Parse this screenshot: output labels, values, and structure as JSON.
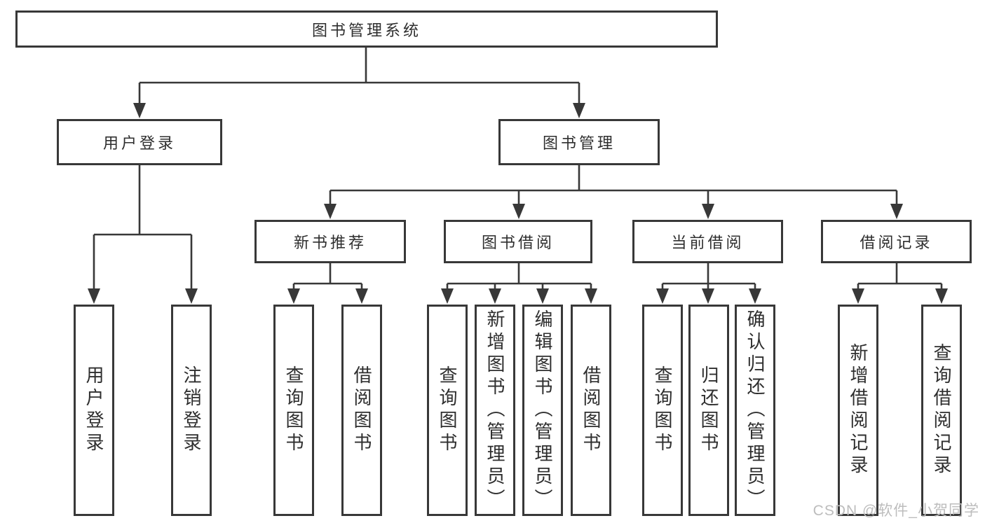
{
  "diagram": {
    "root": {
      "label": "图书管理系统"
    },
    "level2": [
      {
        "label": "用户登录"
      },
      {
        "label": "图书管理"
      }
    ],
    "level3": [
      {
        "label": "新书推荐",
        "parent": "图书管理"
      },
      {
        "label": "图书借阅",
        "parent": "图书管理"
      },
      {
        "label": "当前借阅",
        "parent": "图书管理"
      },
      {
        "label": "借阅记录",
        "parent": "图书管理"
      }
    ],
    "leaves": [
      {
        "label": "用户登录",
        "parent": "用户登录"
      },
      {
        "label": "注销登录",
        "parent": "用户登录"
      },
      {
        "label": "查询图书",
        "parent": "新书推荐"
      },
      {
        "label": "借阅图书",
        "parent": "新书推荐"
      },
      {
        "label": "查询图书",
        "parent": "图书借阅"
      },
      {
        "label": "新增图书（管理员）",
        "parent": "图书借阅"
      },
      {
        "label": "编辑图书（管理员）",
        "parent": "图书借阅"
      },
      {
        "label": "借阅图书",
        "parent": "图书借阅"
      },
      {
        "label": "查询图书",
        "parent": "当前借阅"
      },
      {
        "label": "归还图书",
        "parent": "当前借阅"
      },
      {
        "label": "确认归还（管理员）",
        "parent": "当前借阅"
      },
      {
        "label": "新增借阅记录",
        "parent": "借阅记录"
      },
      {
        "label": "查询借阅记录",
        "parent": "借阅记录"
      }
    ]
  },
  "watermark": {
    "text": "CSDN @软件_小贺同学"
  },
  "colors": {
    "line": "#383838",
    "text": "#2e2e2e",
    "watermark": "#bdbdbd",
    "background": "#ffffff"
  }
}
